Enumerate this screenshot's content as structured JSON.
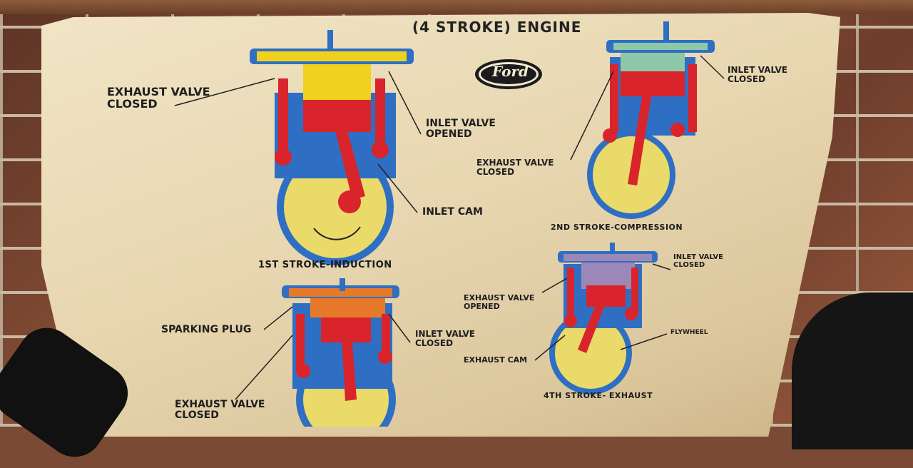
{
  "poster": {
    "title": "(4 STROKE) ENGINE",
    "logo_text": "Ford",
    "stages": {
      "stroke1": "1ST STROKE-INDUCTION",
      "stroke2": "2ND STROKE-COMPRESSION",
      "stroke3": "",
      "stroke4": "4TH STROKE- EXHAUST"
    },
    "labels": {
      "s1_exhaust_valve": "EXHAUST VALVE\nCLOSED",
      "s1_inlet_valve": "INLET VALVE\nOPENED",
      "s1_inlet_cam": "INLET CAM",
      "s2_inlet_valve": "INLET VALVE\nCLOSED",
      "s2_exhaust_valve": "EXHAUST VALVE\nCLOSED",
      "s3_sparking_plug": "SPARKING PLUG",
      "s3_inlet_valve": "INLET VALVE\nCLOSED",
      "s3_exhaust_valve": "EXHAUST VALVE\nCLOSED",
      "s4_inlet_valve": "INLET VALVE\nCLOSED",
      "s4_exhaust_valve": "EXHAUST VALVE\nOPENED",
      "s4_flywheel": "FLYWHEEL",
      "s4_exhaust_cam": "EXHAUST CAM"
    }
  },
  "colors": {
    "cylinder_blue": "#2e6fc4",
    "valve_red": "#d9242b",
    "flywheel_yellow": "#e9da6a",
    "head_yellow": "#f0d21e",
    "compression_green": "#8fc8a8",
    "ignition_orange": "#e67a2a",
    "exhaust_purple": "#9b88b8"
  }
}
